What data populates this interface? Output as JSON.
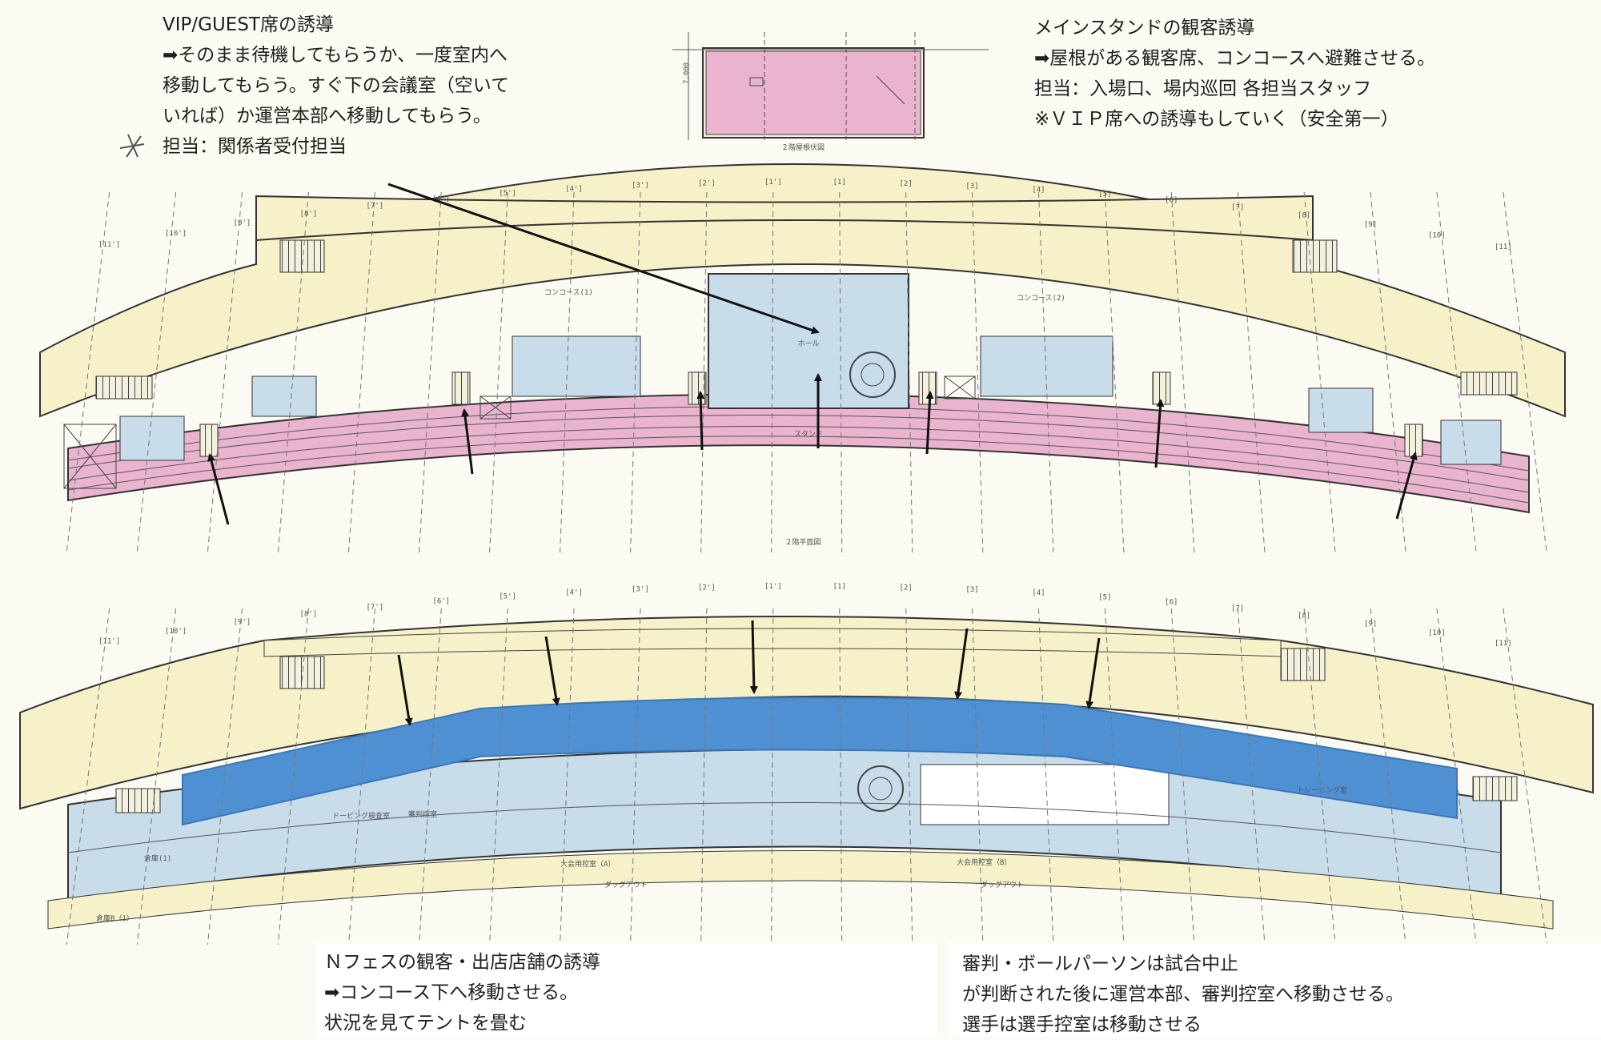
{
  "notes": {
    "vip": {
      "lines": [
        "VIP/GUEST席の誘導",
        "➡そのまま待機してもらうか、一度室内へ",
        "移動してもらう。すぐ下の会議室（空いて",
        "いれば）か運営本部へ移動してもらう。",
        "担当：関係者受付担当"
      ]
    },
    "main_stand": {
      "lines": [
        "メインスタンドの観客誘導",
        "➡屋根がある観客席、コンコースへ避難させる。",
        "担当：入場口、場内巡回 各担当スタッフ",
        "※ＶＩＰ席への誘導もしていく（安全第一）"
      ]
    },
    "nfes": {
      "lines": [
        "Ｎフェスの観客・出店店舗の誘導",
        "➡コンコース下へ移動させる。",
        "状況を見てテントを畳む"
      ]
    },
    "referee": {
      "lines": [
        "審判・ボールパーソンは試合中止",
        "が判断された後に運営本部、審判控室へ移動させる。",
        "選手は選手控室は移動させる"
      ]
    }
  },
  "plan_labels": {
    "upper_small_caption": "２階屋根伏図",
    "middle_caption": "２階平面図",
    "dimension_small": "7,000",
    "room_hall": "ホール",
    "room_concourse_1": "コンコース(1)",
    "room_concourse_2": "コンコース(2)",
    "room_stand": "スタンド",
    "room_training": "トレーニング室",
    "room_referee": "審判控室",
    "room_doping": "ドーピング検査室",
    "room_dugout_1": "ダッグアウト",
    "room_dugout_2": "ダッグアウト",
    "room_locker_a": "大会用控室（A）",
    "room_locker_b": "大会用控室（B）",
    "room_warehouse_1": "倉庫(1)",
    "room_warehouse_b": "倉庫B（1）"
  },
  "grid_labels_top": [
    "[11']",
    "[10']",
    "[9']",
    "[8']",
    "[7']",
    "[6']",
    "[5']",
    "[4']",
    "[3']",
    "[2']",
    "[1']",
    "[1]",
    "[2]",
    "[3]",
    "[4]",
    "[5]",
    "[6]",
    "[7]",
    "[8]",
    "[9]",
    "[10]",
    "[11]"
  ],
  "colors": {
    "background": "#fbfaf3",
    "roof_yellow": "#f6f1c9",
    "stand_pink": "#eab4cf",
    "room_blue": "#c8dcea",
    "tarp_blue": "#4f90d2",
    "line": "#333333",
    "arrow": "#111111"
  }
}
